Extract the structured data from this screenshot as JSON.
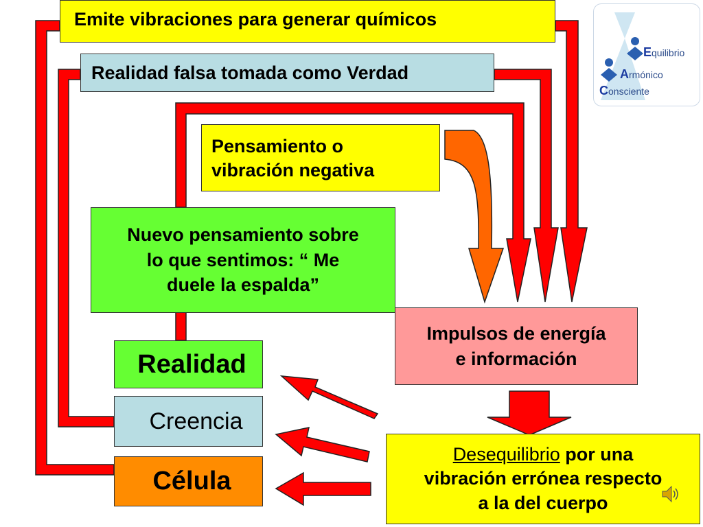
{
  "boxes": {
    "emite": "Emite vibraciones para generar químicos",
    "realidad_falsa": "Realidad falsa tomada como Verdad",
    "pensamiento_line1": "Pensamiento o",
    "pensamiento_line2": "vibración negativa",
    "nuevo_line1": "Nuevo pensamiento sobre",
    "nuevo_line2": "lo que sentimos: “ Me",
    "nuevo_line3": "duele la espalda”",
    "impulsos_line1": "Impulsos de energía",
    "impulsos_line2": "e información",
    "realidad": "Realidad",
    "creencia": "Creencia",
    "celula": "Célula",
    "deseq_underlined": "Desequilibrio",
    "deseq_rest": " por una",
    "deseq_line2": "vibración errónea respecto",
    "deseq_line3": "a la del cuerpo"
  },
  "logo": {
    "e_initial": "E",
    "e_rest": "quilibrio",
    "a_initial": "A",
    "a_rest": "rmónico",
    "c_initial": "C",
    "c_rest": "onsciente"
  },
  "colors": {
    "arrow_red": "#ff0000",
    "arrow_orange": "#ff6600",
    "yellow": "#ffff00",
    "green": "#66ff33",
    "light_blue": "#b8dde3",
    "pink": "#ff9999",
    "orange": "#ff8c00"
  },
  "icons": [
    "speaker-icon",
    "person-icon",
    "diamond-icon"
  ]
}
